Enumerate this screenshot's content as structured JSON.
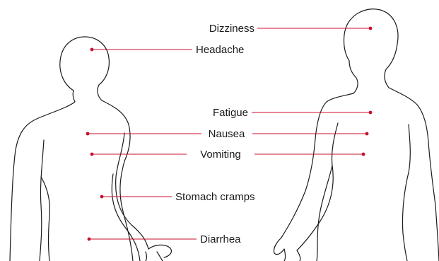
{
  "diagram": {
    "accent_color": "#c8102e",
    "line_color": "#1a1a1a",
    "symptoms": [
      {
        "id": "dizziness",
        "label": "Dizziness"
      },
      {
        "id": "headache",
        "label": "Headache"
      },
      {
        "id": "fatigue",
        "label": "Fatigue"
      },
      {
        "id": "nausea",
        "label": "Nausea"
      },
      {
        "id": "vomiting",
        "label": "Vomiting"
      },
      {
        "id": "stomach-cramps",
        "label": "Stomach cramps"
      },
      {
        "id": "diarrhea",
        "label": "Diarrhea"
      }
    ]
  }
}
